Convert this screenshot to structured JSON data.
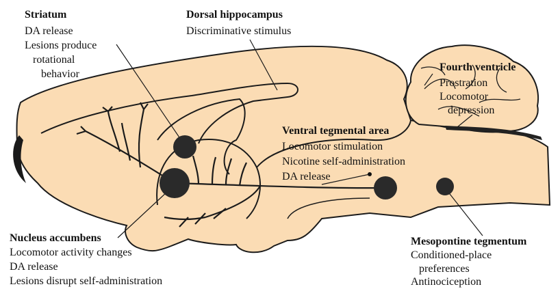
{
  "colors": {
    "brain_fill": "#fbdcb4",
    "outline": "#1b1b1b",
    "nucleus": "#2a2a2a"
  },
  "labels": {
    "striatum": {
      "title": "Striatum",
      "lines": [
        "DA release",
        "Lesions produce",
        "rotational",
        "behavior"
      ]
    },
    "hippocampus": {
      "title": "Dorsal hippocampus",
      "lines": [
        "Discriminative stimulus"
      ]
    },
    "fourth_ventricle": {
      "title": "Fourth ventricle",
      "lines": [
        "Prostration",
        "Locomotor",
        "depression"
      ]
    },
    "vta": {
      "title": "Ventral tegmental area",
      "lines": [
        "Locomotor stimulation",
        "Nicotine self-administration",
        "DA release"
      ]
    },
    "accumbens": {
      "title": "Nucleus accumbens",
      "lines": [
        "Locomotor activity changes",
        "DA release",
        "Lesions disrupt self-administration"
      ]
    },
    "mesopontine": {
      "title": "Mesopontine tegmentum",
      "lines": [
        "Conditioned-place",
        "preferences",
        "Antinociception"
      ]
    }
  }
}
